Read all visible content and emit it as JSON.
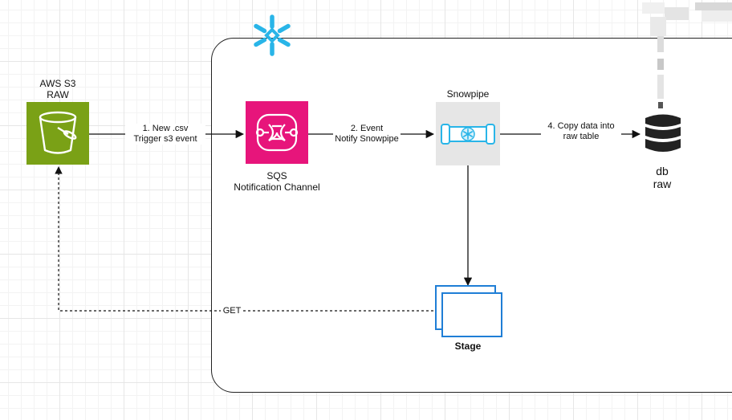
{
  "nodes": {
    "s3": {
      "title": "AWS S3",
      "subtitle": "RAW",
      "color": "#7aa116"
    },
    "sqs": {
      "title": "SQS",
      "subtitle": "Notification Channel",
      "color": "#e7157b"
    },
    "snowpipe": {
      "title": "Snowpipe",
      "color": "#e6e6e6"
    },
    "db": {
      "title": "db",
      "subtitle": "raw"
    },
    "stage": {
      "title": "Stage",
      "color": "#1f7ed6"
    }
  },
  "edges": {
    "e1": {
      "line1": "1. New .csv",
      "line2": "Trigger s3 event"
    },
    "e2": {
      "line1": "2. Event",
      "line2": "Notify Snowpipe"
    },
    "e4": {
      "line1": "4. Copy data into",
      "line2": "raw table"
    },
    "get": {
      "label": "GET"
    }
  },
  "icons": [
    "snowflake-icon",
    "bucket-icon",
    "sqs-icon",
    "snowpipe-icon",
    "database-icon",
    "stage-icon"
  ],
  "colors": {
    "snowflake": "#29b5e8",
    "stroke": "#111111"
  }
}
